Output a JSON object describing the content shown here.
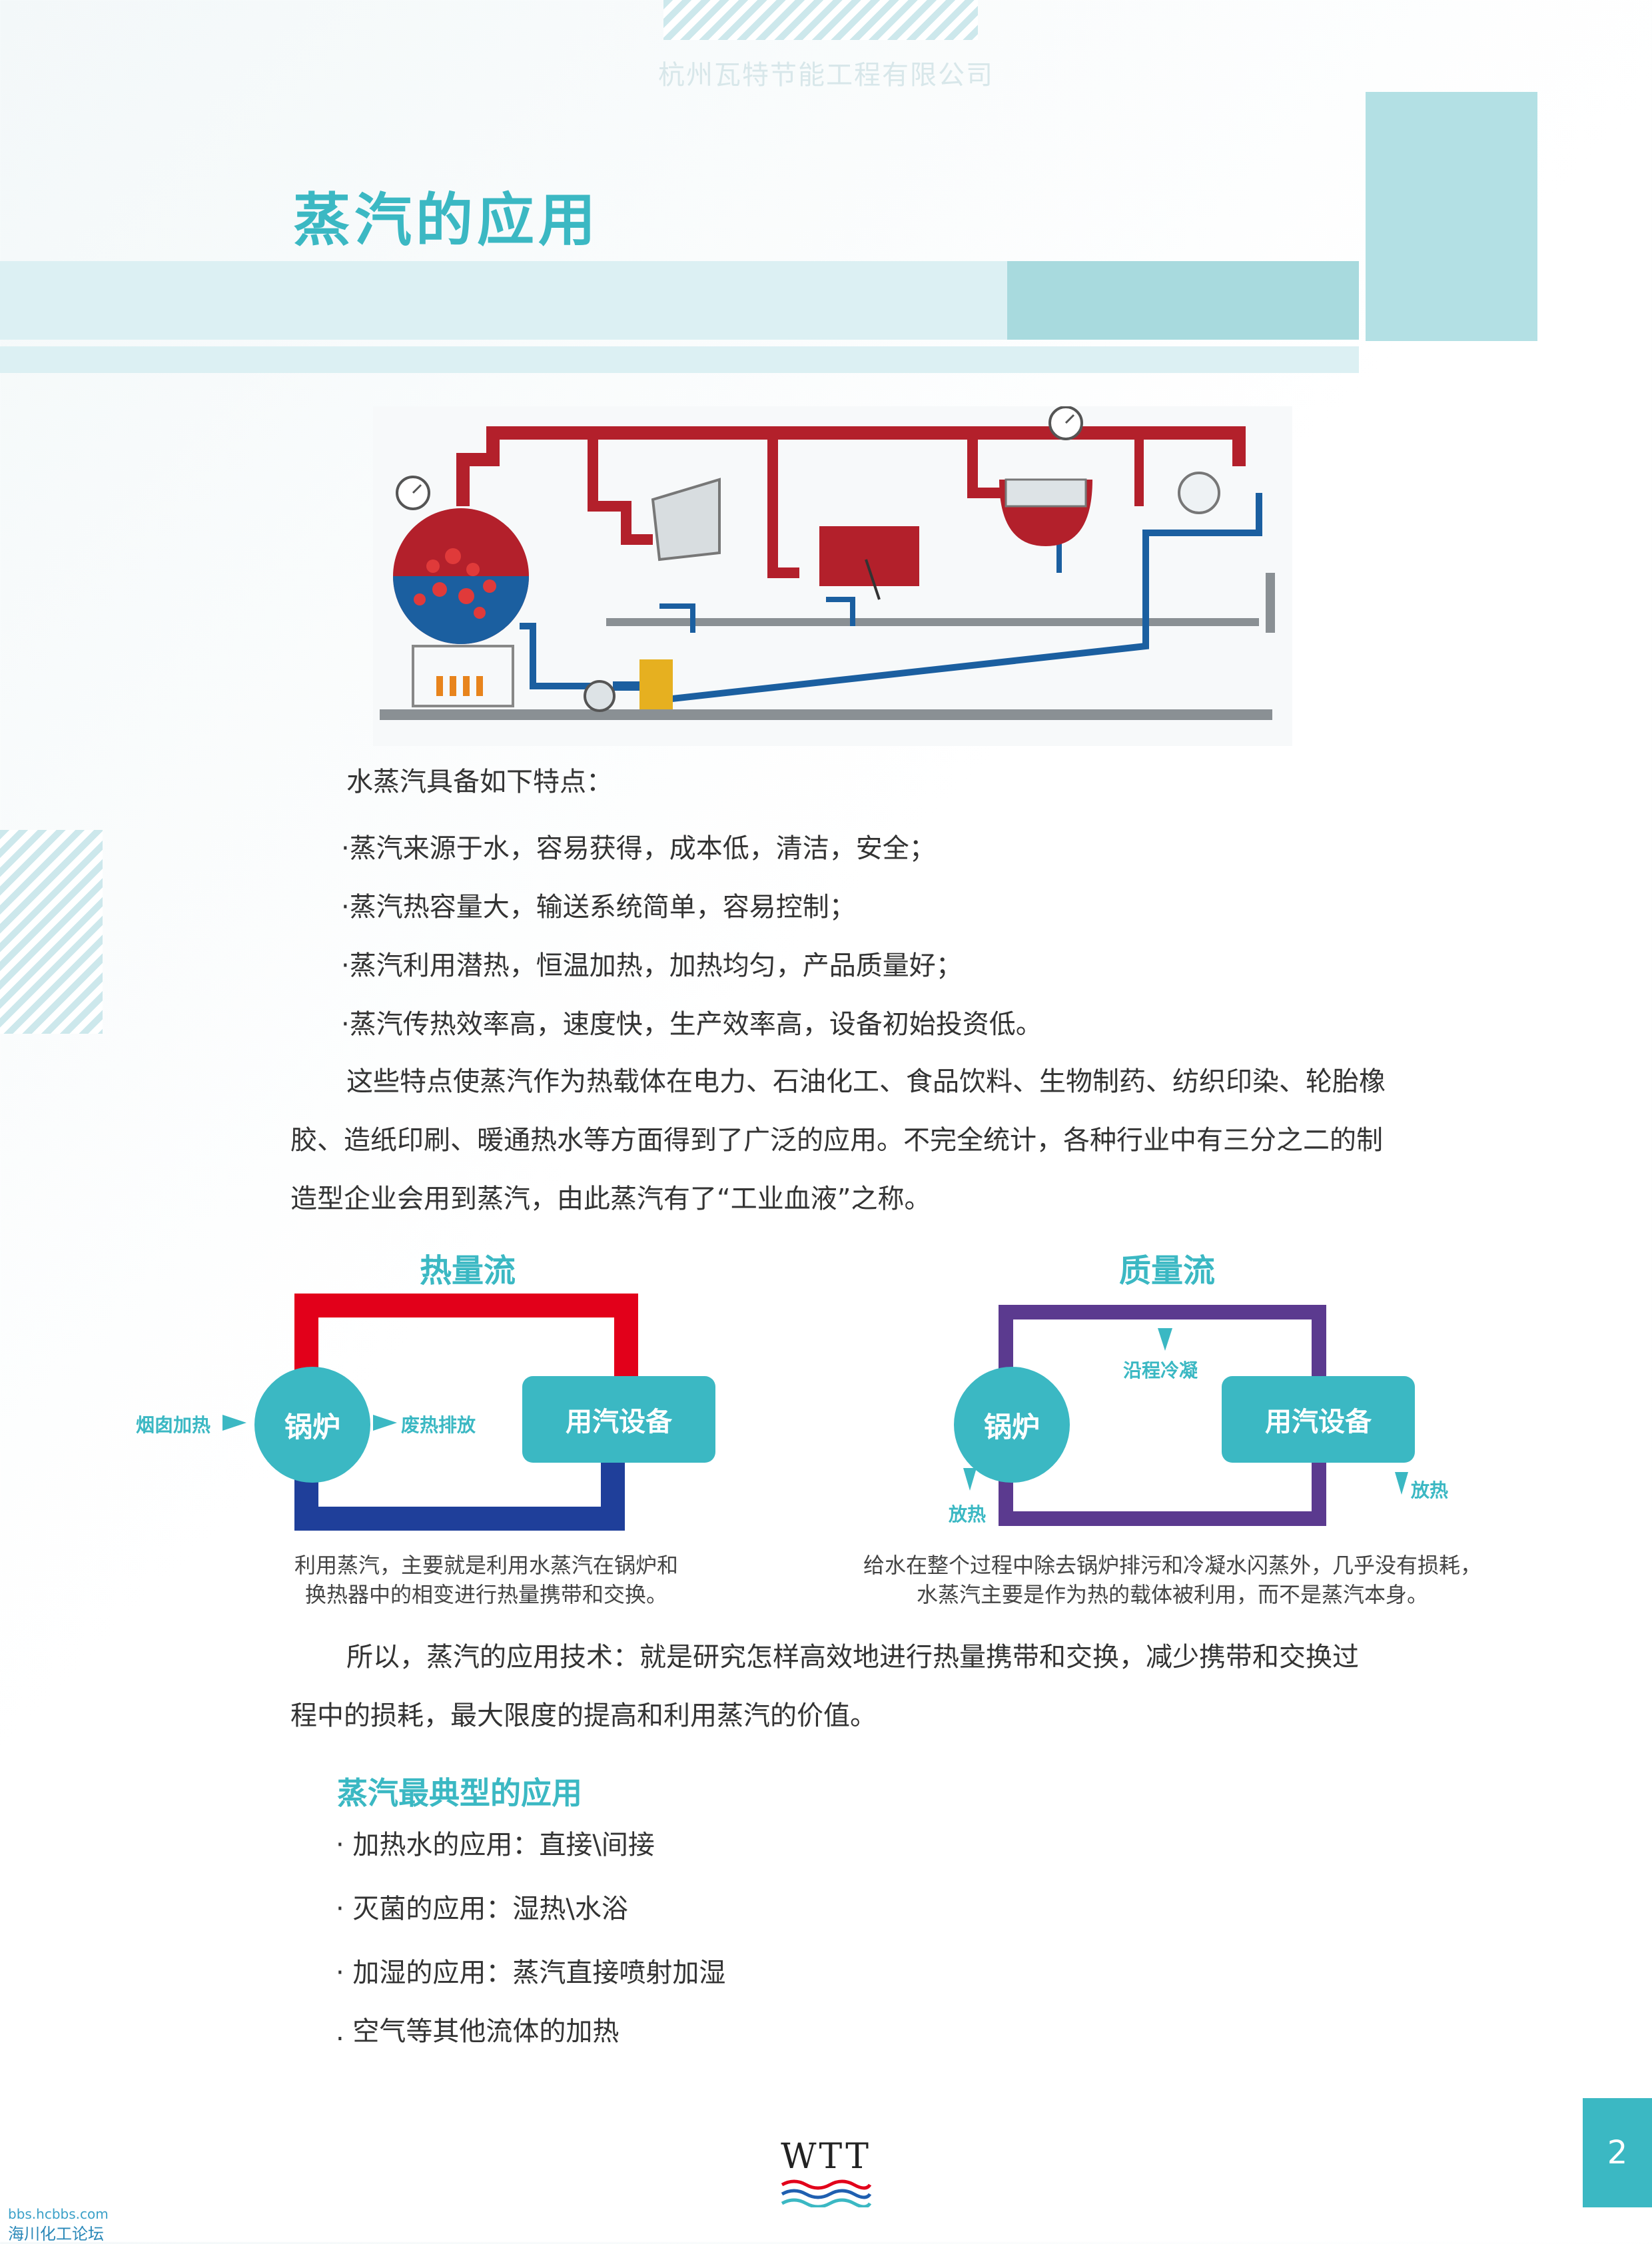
{
  "header": {
    "company": "杭州瓦特节能工程有限公司",
    "title": "蒸汽的应用"
  },
  "intro": {
    "lead": "水蒸汽具备如下特点：",
    "bullets": [
      "·蒸汽来源于水，容易获得，成本低，清洁，安全；",
      "·蒸汽热容量大，输送系统简单，容易控制；",
      "·蒸汽利用潜热，恒温加热，加热均匀，产品质量好；",
      "·蒸汽传热效率高，速度快，生产效率高，设备初始投资低。"
    ],
    "paragraph_lines": [
      "这些特点使蒸汽作为热载体在电力、石油化工、食品饮料、生物制药、纺织印染、轮胎橡",
      "胶、造纸印刷、暖通热水等方面得到了广泛的应用。不完全统计，各种行业中有三分之二的制",
      "造型企业会用到蒸汽，由此蒸汽有了“工业血液”之称。"
    ]
  },
  "heat_flow": {
    "title": "热量流",
    "boiler": "锅炉",
    "equipment": "用汽设备",
    "label_in": "烟囱加热",
    "label_out": "废热排放",
    "caption": [
      "利用蒸汽，主要就是利用水蒸汽在锅炉和",
      "换热器中的相变进行热量携带和交换。"
    ]
  },
  "mass_flow": {
    "title": "质量流",
    "boiler": "锅炉",
    "equipment": "用汽设备",
    "label_condense": "沿程冷凝",
    "label_release_left": "放热",
    "label_release_right": "放热",
    "caption": [
      "给水在整个过程中除去锅炉排污和冷凝水闪蒸外，几乎没有损耗，",
      "水蒸汽主要是作为热的载体被利用，而不是蒸汽本身。"
    ]
  },
  "conclusion_lines": [
    "所以，蒸汽的应用技术：就是研究怎样高效地进行热量携带和交换，减少携带和交换过",
    "程中的损耗，最大限度的提高和利用蒸汽的价值。"
  ],
  "typical": {
    "title": "蒸汽最典型的应用",
    "items": [
      "· 加热水的应用：直接\\间接",
      "· 灭菌的应用：湿热\\水浴",
      "· 加湿的应用：蒸汽直接喷射加湿",
      ". 空气等其他流体的加热"
    ]
  },
  "footer": {
    "brand": "WTT",
    "page_number": "2",
    "watermark_url": "bbs.hcbbs.com",
    "watermark_name": "海川化工论坛"
  },
  "colors": {
    "accent": "#3bb8c3",
    "heat_hot": "#e2001a",
    "heat_cold": "#1f3f9a",
    "mass": "#5b3a8f",
    "pipe_steam": "#b3202b",
    "pipe_water": "#1b5fa0"
  }
}
